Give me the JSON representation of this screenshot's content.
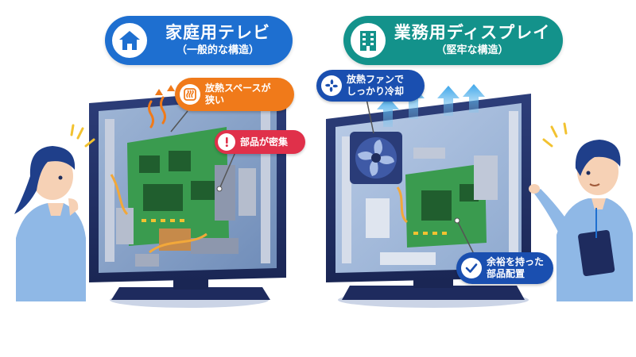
{
  "left": {
    "title": "家庭用テレビ",
    "subtitle": "（一般的な構造）",
    "icon": "house-icon",
    "color": "#1e6fd0",
    "callouts": [
      {
        "text": "放熱スペースが\n狭い",
        "icon": "heat-icon",
        "color": "#f07a1a"
      },
      {
        "text": "部品が密集",
        "icon": "warning-icon",
        "color": "#e0304a"
      }
    ]
  },
  "right": {
    "title": "業務用ディスプレイ",
    "subtitle": "（堅牢な構造）",
    "icon": "building-icon",
    "color": "#13928b",
    "callouts": [
      {
        "text": "放熱ファンで\nしっかり冷却",
        "icon": "fan-icon",
        "color": "#1a4fb0"
      },
      {
        "text": "余裕を持った\n部品配置",
        "icon": "check-icon",
        "color": "#1a4fb0"
      }
    ]
  }
}
